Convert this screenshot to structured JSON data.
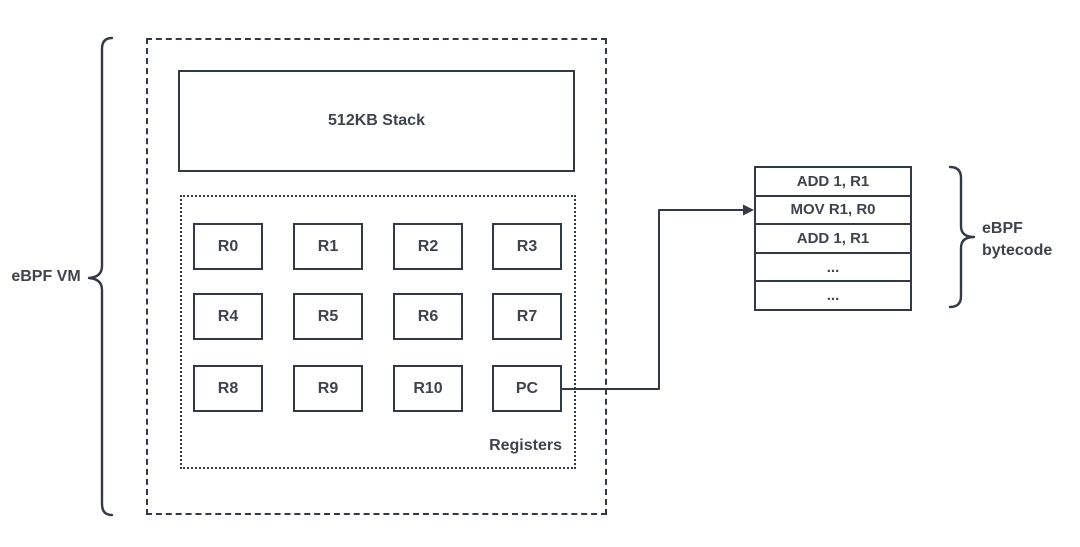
{
  "vm": {
    "label": "eBPF VM",
    "stack_label": "512KB Stack",
    "registers_label": "Registers",
    "registers": [
      "R0",
      "R1",
      "R2",
      "R3",
      "R4",
      "R5",
      "R6",
      "R7",
      "R8",
      "R9",
      "R10",
      "PC"
    ]
  },
  "bytecode": {
    "label": "eBPF bytecode",
    "rows": [
      "ADD 1, R1",
      "MOV R1, R0",
      "ADD 1, R1",
      "...",
      "..."
    ]
  },
  "icons": {
    "arrow": "pc-to-bytecode-arrow",
    "left_brace": "vm-group-brace",
    "right_brace": "bytecode-group-brace"
  },
  "colors": {
    "line": "#333a44",
    "text": "#3f444b",
    "background": "#ffffff"
  }
}
